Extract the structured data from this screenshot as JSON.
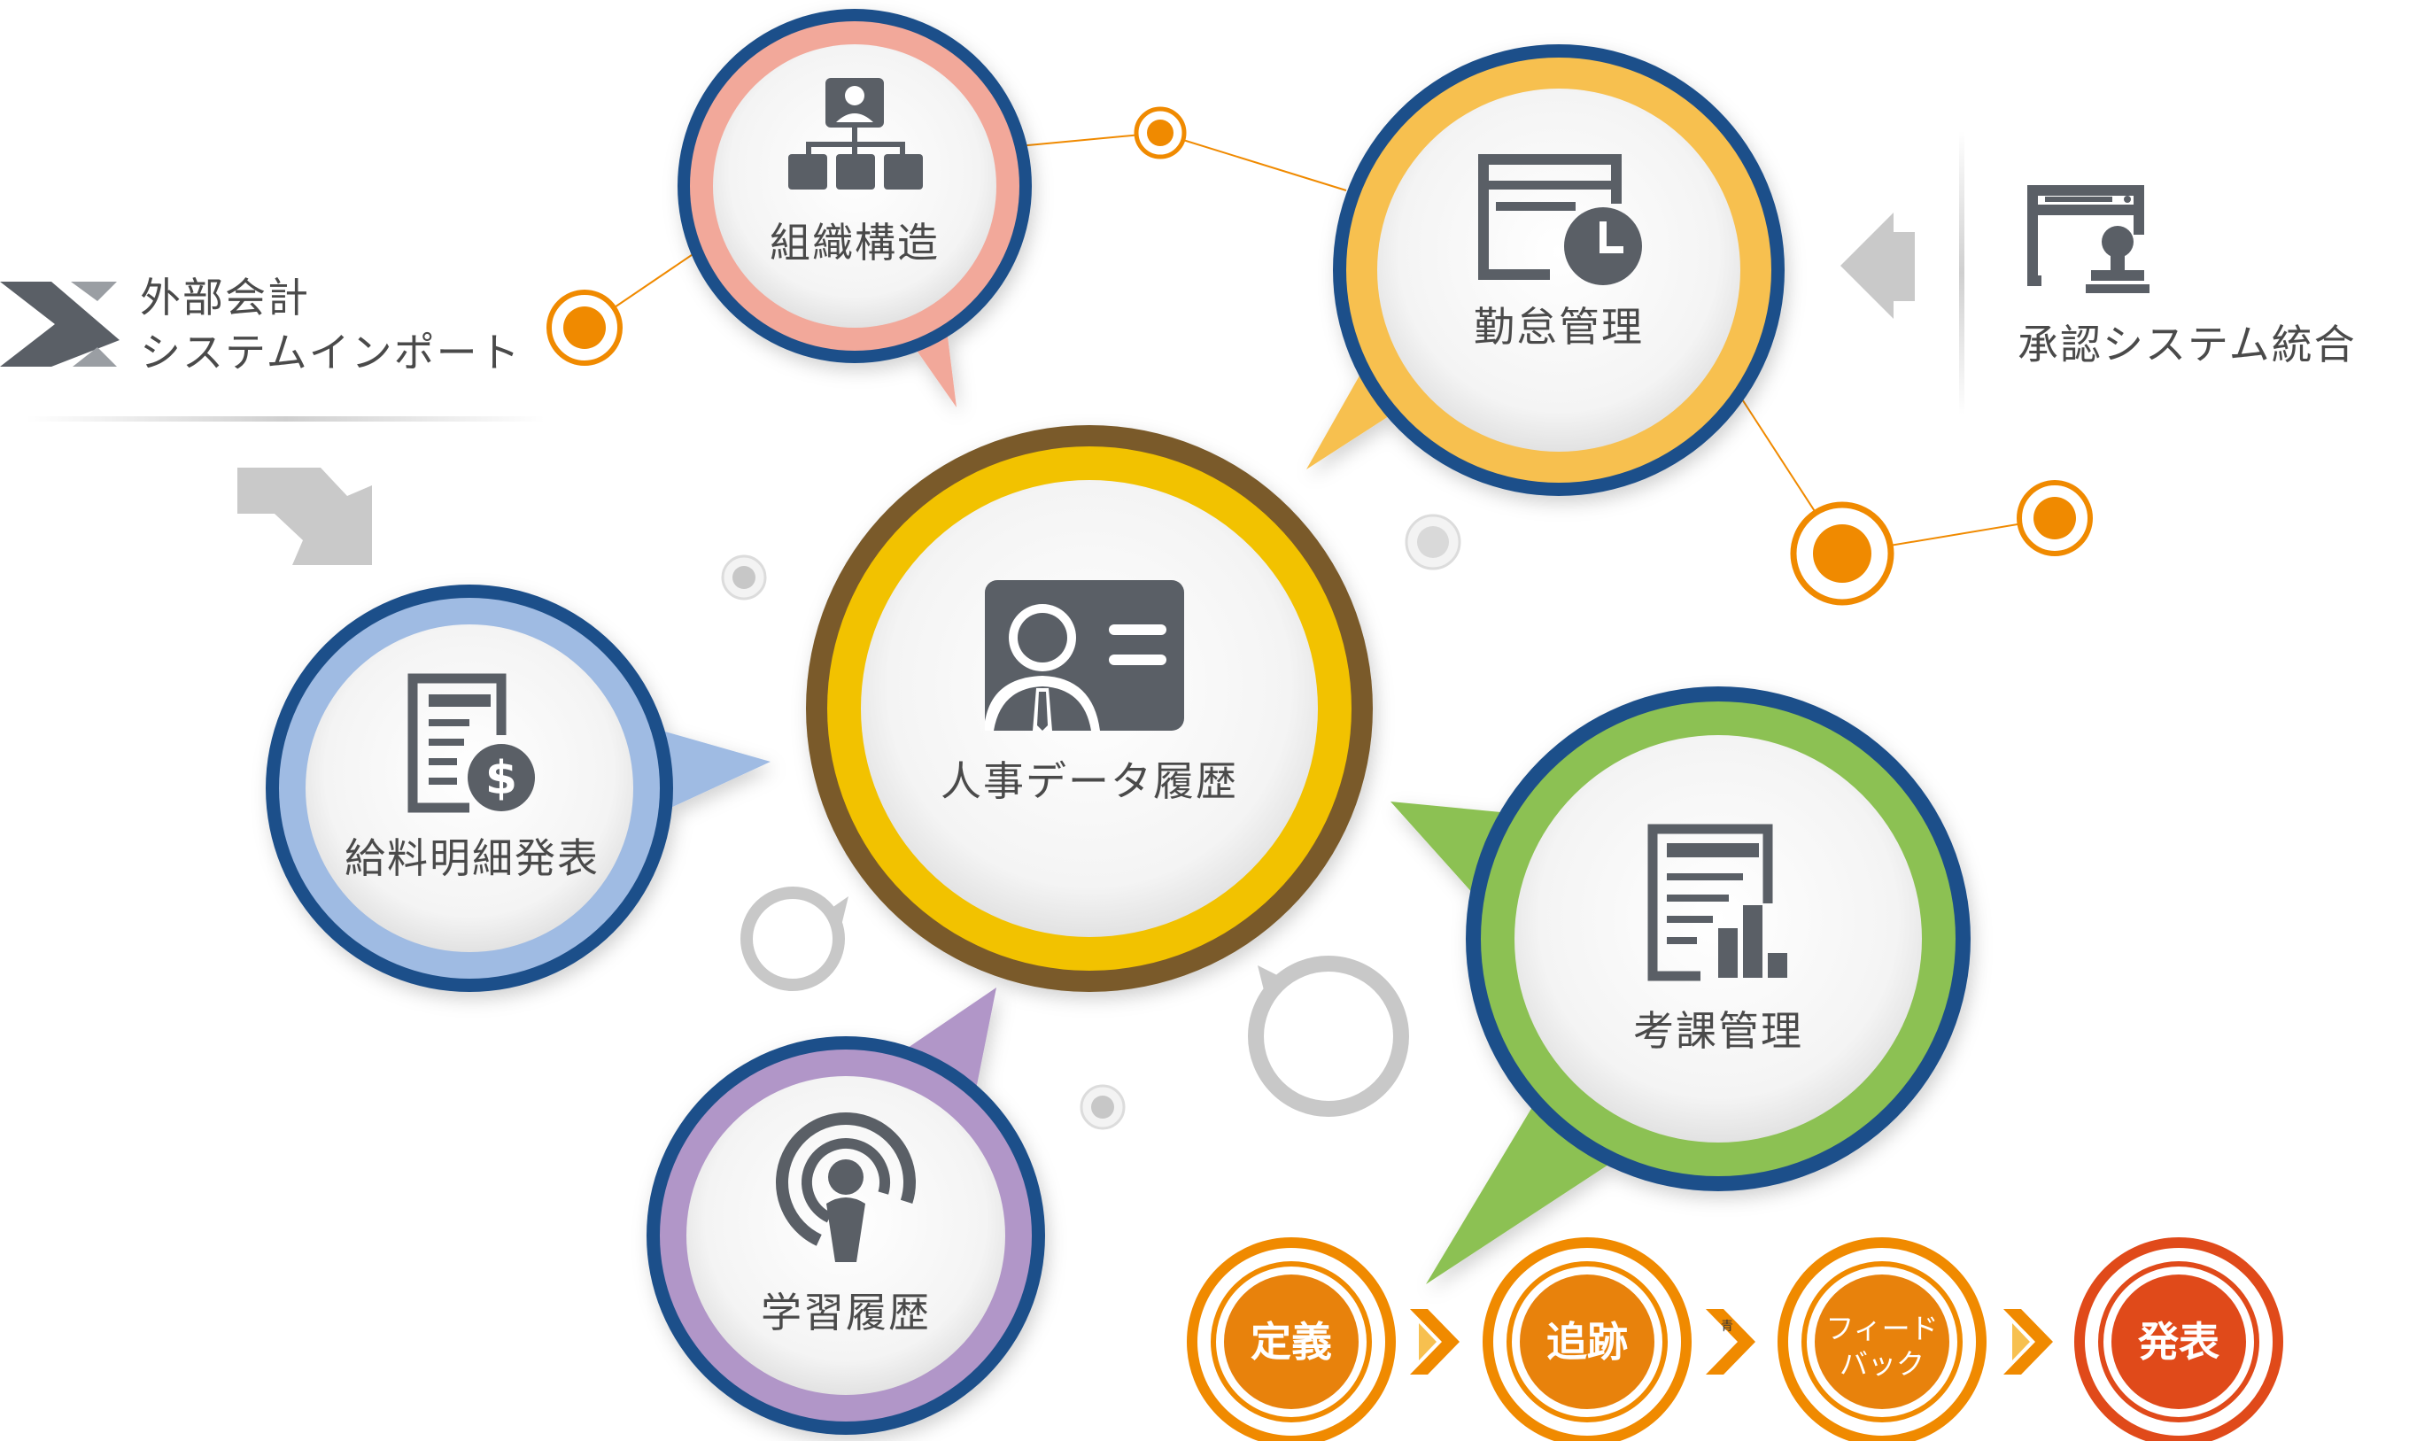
{
  "nodes": {
    "center": {
      "label": "人事データ履歴",
      "icon": "profile-card-icon",
      "ring": "#7a5a2a",
      "inner": "#f2c200"
    },
    "org": {
      "label": "組織構造",
      "icon": "org-chart-icon",
      "ring": "#1f4f8a",
      "inner": "#f2a89a"
    },
    "attendance": {
      "label": "勤怠管理",
      "icon": "calendar-clock-icon",
      "ring": "#1f4f8a",
      "inner": "#f7c04f"
    },
    "payroll": {
      "label": "給料明細発表",
      "icon": "payslip-dollar-icon",
      "ring": "#1f4f8a",
      "inner": "#9fbbe3"
    },
    "evaluation": {
      "label": "考課管理",
      "icon": "report-bar-chart-icon",
      "ring": "#1f4f8a",
      "inner": "#8cc152"
    },
    "learning": {
      "label": "学習履歴",
      "icon": "podcast-person-icon",
      "ring": "#1f4f8a",
      "inner": "#b196c8"
    }
  },
  "external_import": {
    "line1": "外部会計",
    "line2": "システムインポート",
    "icon": "x-logo-icon"
  },
  "approval": {
    "label": "承認システム統合",
    "icon": "window-stamp-icon"
  },
  "process_steps": [
    {
      "label": "定義",
      "color": "#e8820c"
    },
    {
      "label": "追跡",
      "color": "#e8820c"
    },
    {
      "label_line1": "フィード",
      "label_line2": "バック",
      "color": "#e8820c"
    },
    {
      "label": "発表",
      "color": "#e04a1a"
    }
  ],
  "step_small_mark": "青",
  "colors": {
    "accent": "#f08a00",
    "icon_gray": "#5a5f66",
    "arrow_gray": "#c9c9c9"
  }
}
